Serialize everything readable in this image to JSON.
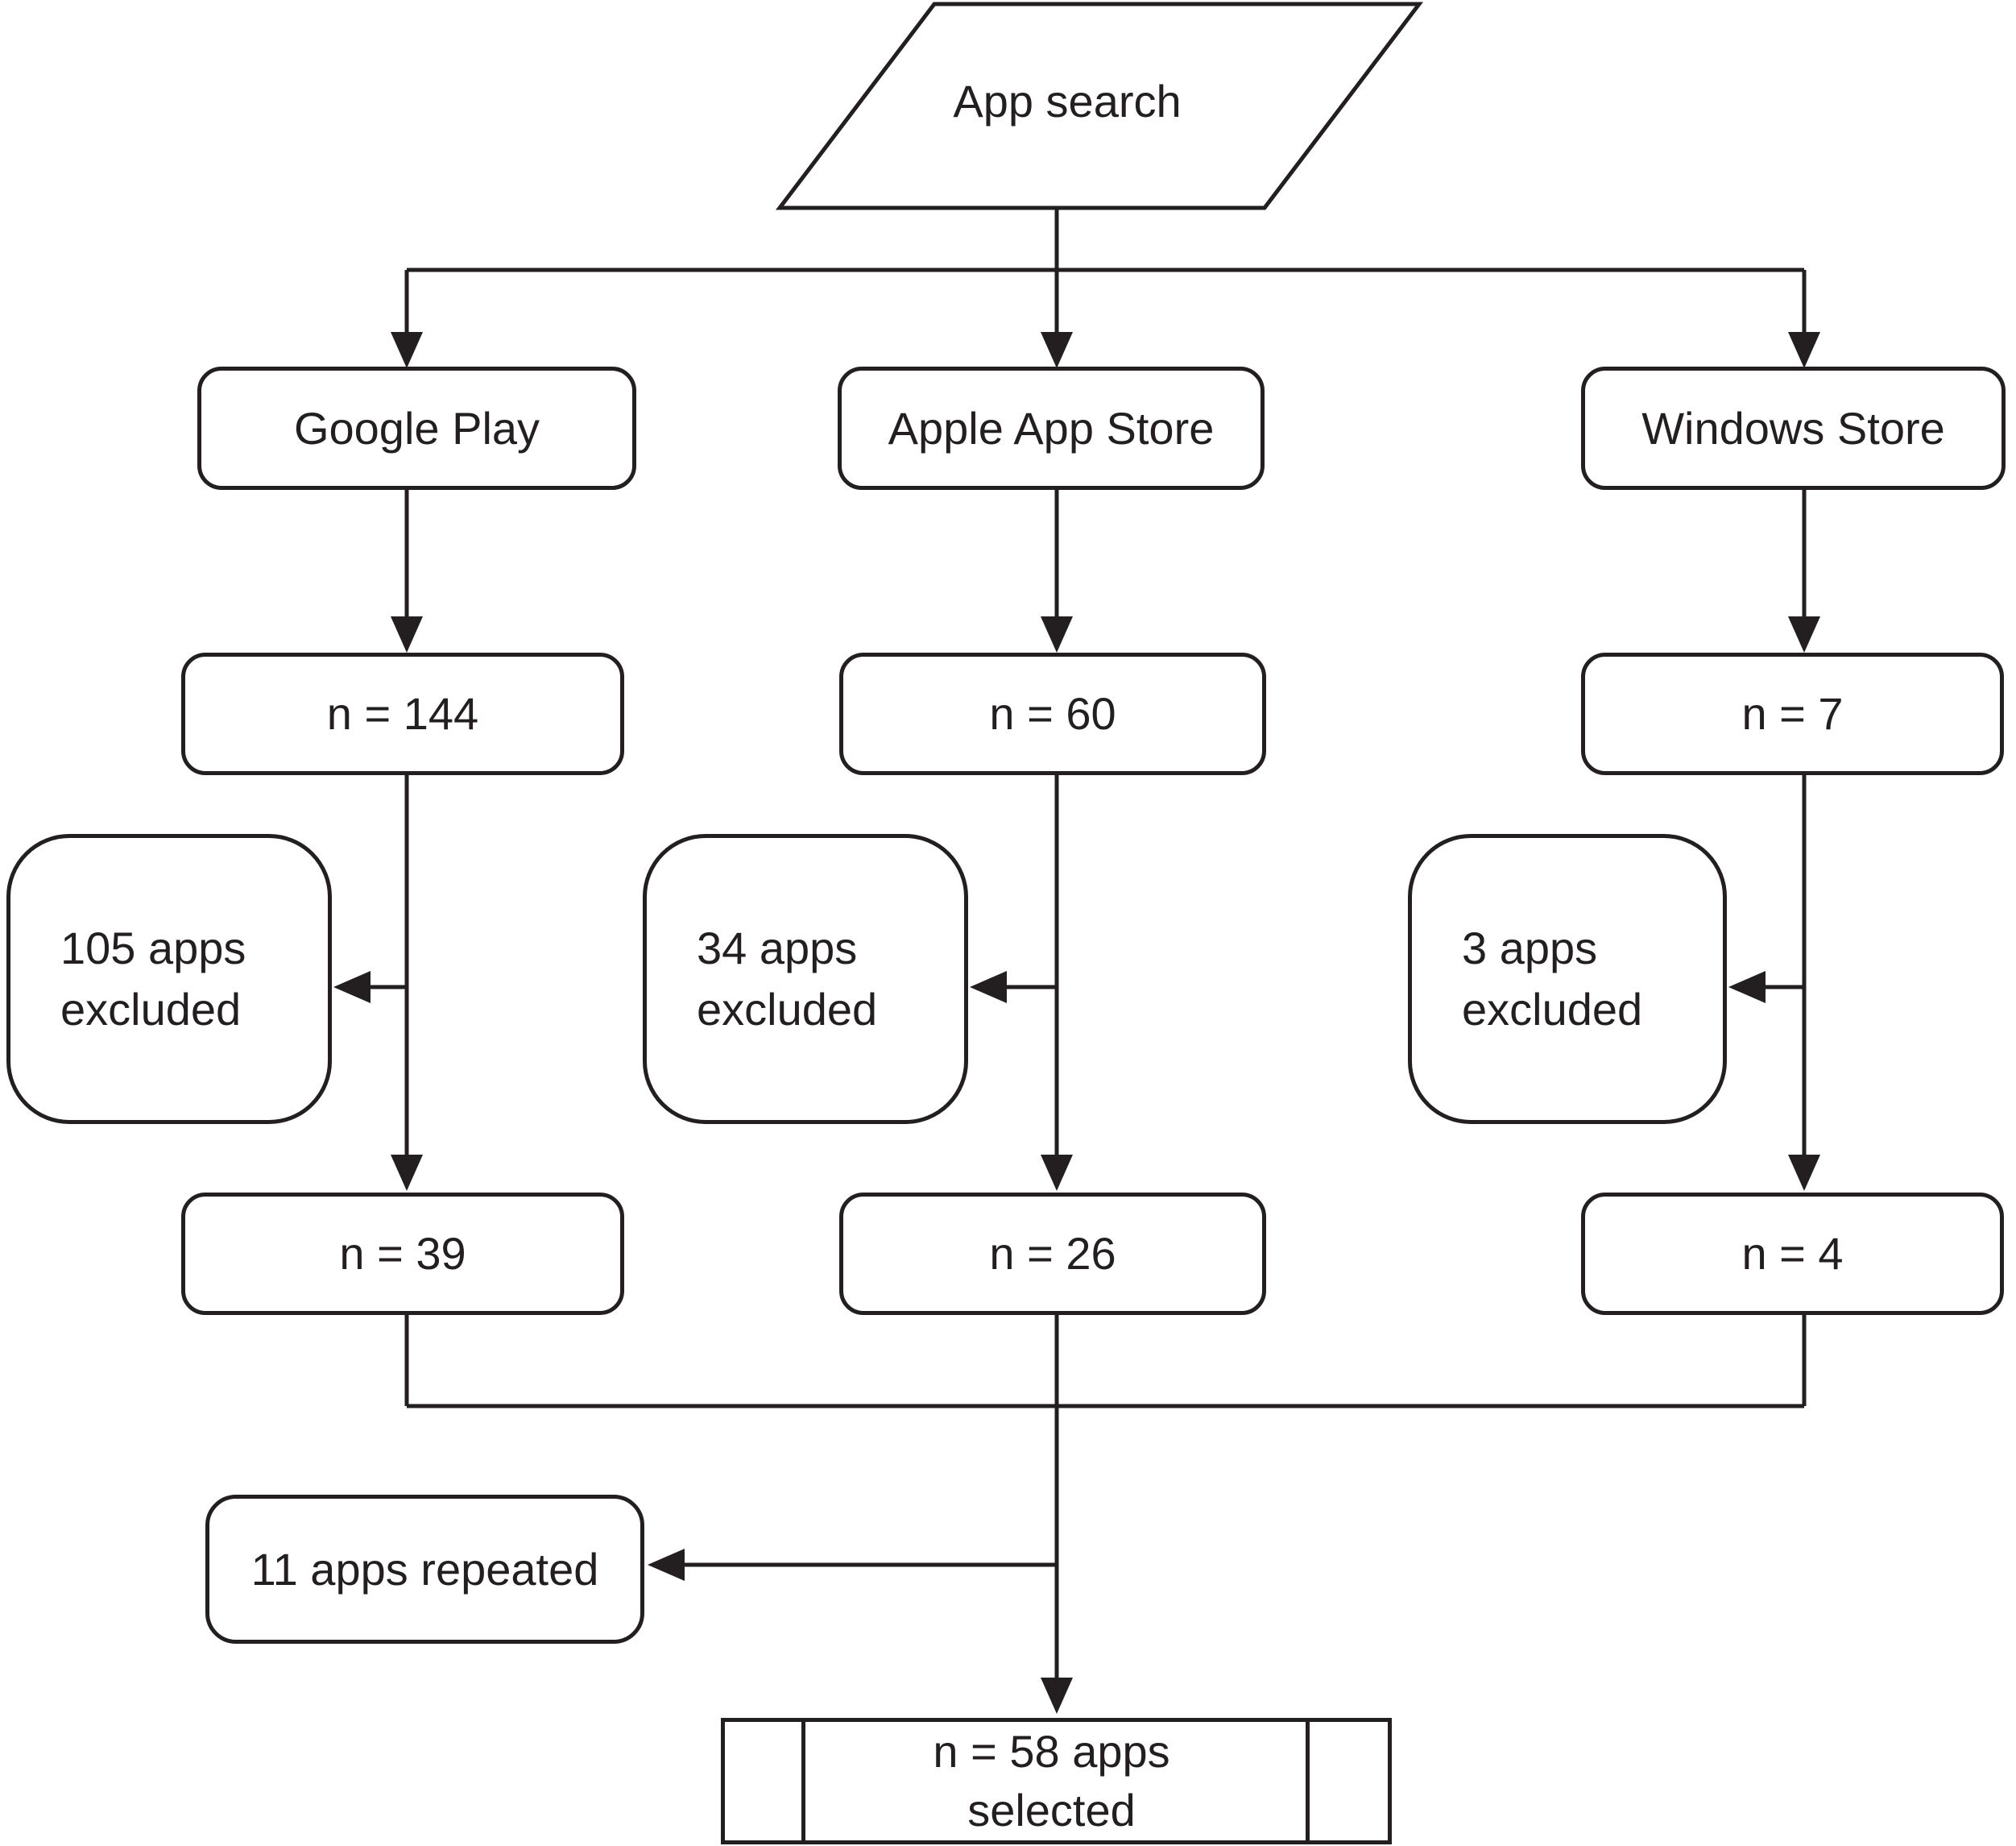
{
  "diagram": {
    "source_shape": {
      "label": "App search"
    },
    "columns": [
      {
        "store_label": "Google Play",
        "search_count": "n = 144",
        "excluded_label": "105 apps\nexcluded",
        "included_count": "n = 39"
      },
      {
        "store_label": "Apple App Store",
        "search_count": "n = 60",
        "excluded_label": "34 apps\nexcluded",
        "included_count": "n = 26"
      },
      {
        "store_label": "Windows Store",
        "search_count": "n = 7",
        "excluded_label": "3 apps\nexcluded",
        "included_count": "n = 4"
      }
    ],
    "repeated_label": "11 apps repeated",
    "final": {
      "line1": "n = 58 apps",
      "line2": "selected"
    },
    "colors": {
      "stroke": "#231f20",
      "background": "#ffffff"
    }
  }
}
